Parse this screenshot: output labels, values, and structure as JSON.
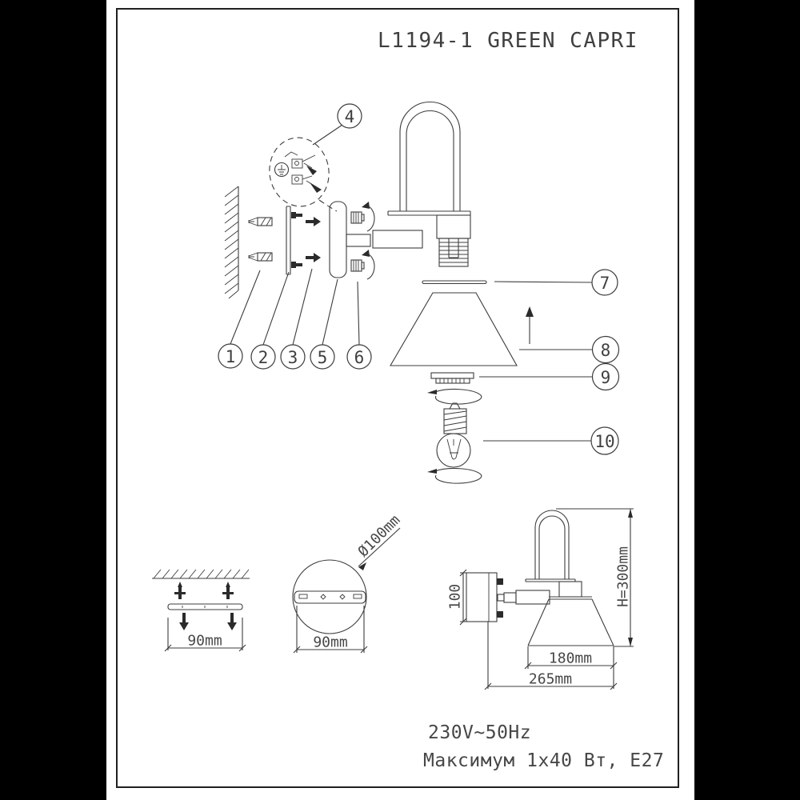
{
  "title": "L1194-1 GREEN CAPRI",
  "callouts": {
    "n1": "1",
    "n2": "2",
    "n3": "3",
    "n4": "4",
    "n5": "5",
    "n6": "6",
    "n7": "7",
    "n8": "8",
    "n9": "9",
    "n10": "10"
  },
  "dimensions": {
    "bracket_width": "90mm",
    "plate_diameter": "Ø100mm",
    "plate_hole_spacing": "90mm",
    "backplate_height": "100",
    "fixture_height": "H=300mm",
    "shade_width": "180mm",
    "fixture_depth": "265mm"
  },
  "specs": {
    "voltage": "230V~50Hz",
    "power": "Максимум 1x40 Вт, E27"
  },
  "colors": {
    "line": "#3c3c3c",
    "text": "#474747",
    "paper": "#ffffff",
    "background": "#000000"
  }
}
